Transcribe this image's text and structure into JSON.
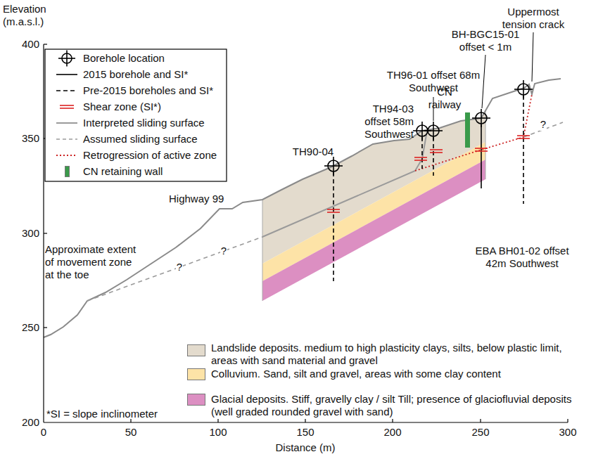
{
  "diagram": {
    "labels": [
      "Elevation (m.a.s.l.)",
      "400",
      "350",
      "300",
      "250",
      "200",
      "0",
      "50",
      "100",
      "150",
      "200",
      "250",
      "300",
      "Distance (m)",
      "TH90-04",
      "TH94-03 offset 58m Southwest",
      "TH96-01 offset 68m Southwest",
      "BH-BGC15-01 offset < 1m",
      "CN railway",
      "Uppermost tension crack",
      "Highway 99",
      "Approximate extent of movement zone at the toe",
      "EBA BH01-02 offset 42m Southwest",
      "*SI = slope inclinometer",
      "?",
      "?",
      "?"
    ],
    "legend": [
      {
        "text": "Borehole location"
      },
      {
        "text": "2015 borehole and SI*"
      },
      {
        "text": "Pre-2015 boreholes and SI*"
      },
      {
        "text": "Shear zone (SI*)"
      },
      {
        "text": "Interpreted sliding surface"
      },
      {
        "text": "Assumed sliding surface"
      },
      {
        "text": "Retrogression of active zone"
      },
      {
        "text": "CN retaining wall",
        "color": "#3a9a4a"
      },
      {
        "text": "Landslide deposits. medium to high plasticity clays, silts, below plastic limit, areas with sand material and gravel",
        "color": "#e3dbcd"
      },
      {
        "text": "Colluvium. Sand, silt and gravel, areas with some clay content",
        "color": "#fde3a7"
      },
      {
        "text": "Glacial deposits. Stiff, gravelly clay / silt Till; presence of glaciofluvial deposits (well graded rounded gravel with sand)",
        "color": "#dc8fc2"
      }
    ]
  }
}
